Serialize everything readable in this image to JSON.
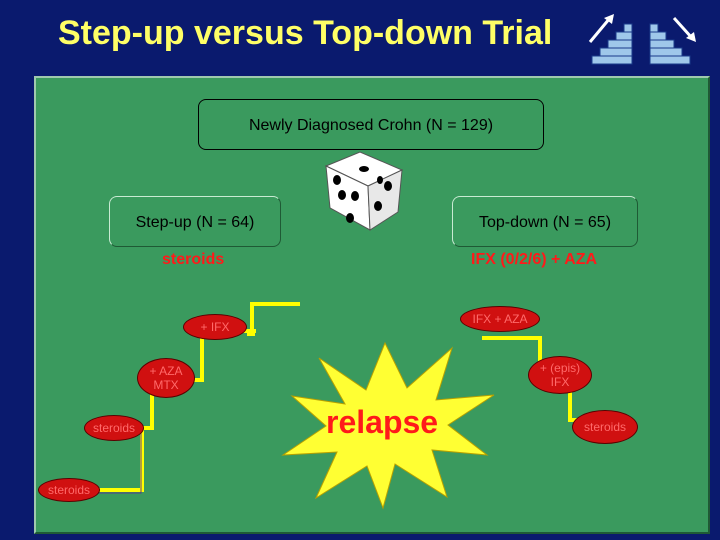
{
  "title": "Step-up versus Top-down Trial",
  "root": {
    "label": "Newly Diagnosed Crohn (N = 129)"
  },
  "arms": {
    "step_up": {
      "label": "Step-up (N = 64)",
      "treatment": "steroids"
    },
    "top_down": {
      "label": "Top-down (N = 65)",
      "treatment": "IFX (0/2/6) + AZA"
    }
  },
  "step_up_stairs": {
    "level1": "steroids",
    "level2": "steroids",
    "level3_line1": "+ AZA",
    "level3_line2": "MTX",
    "level4": "+ IFX"
  },
  "top_down_stairs": {
    "level1": "IFX + AZA",
    "level2_line1": "+ (epis)",
    "level2_line2": "IFX",
    "level3": "steroids"
  },
  "center": {
    "label": "relapse"
  },
  "colors": {
    "background": "#0a1a6e",
    "panel": "#3a9a5e",
    "title": "#ffff66",
    "stair_line": "#ffff00",
    "oval_fill": "#d01010",
    "burst_fill": "#ffff33",
    "relapse_text": "#ff1a1a"
  },
  "icons": [
    "stairs-up-icon",
    "stairs-down-icon",
    "dice-icon",
    "starburst-icon"
  ]
}
